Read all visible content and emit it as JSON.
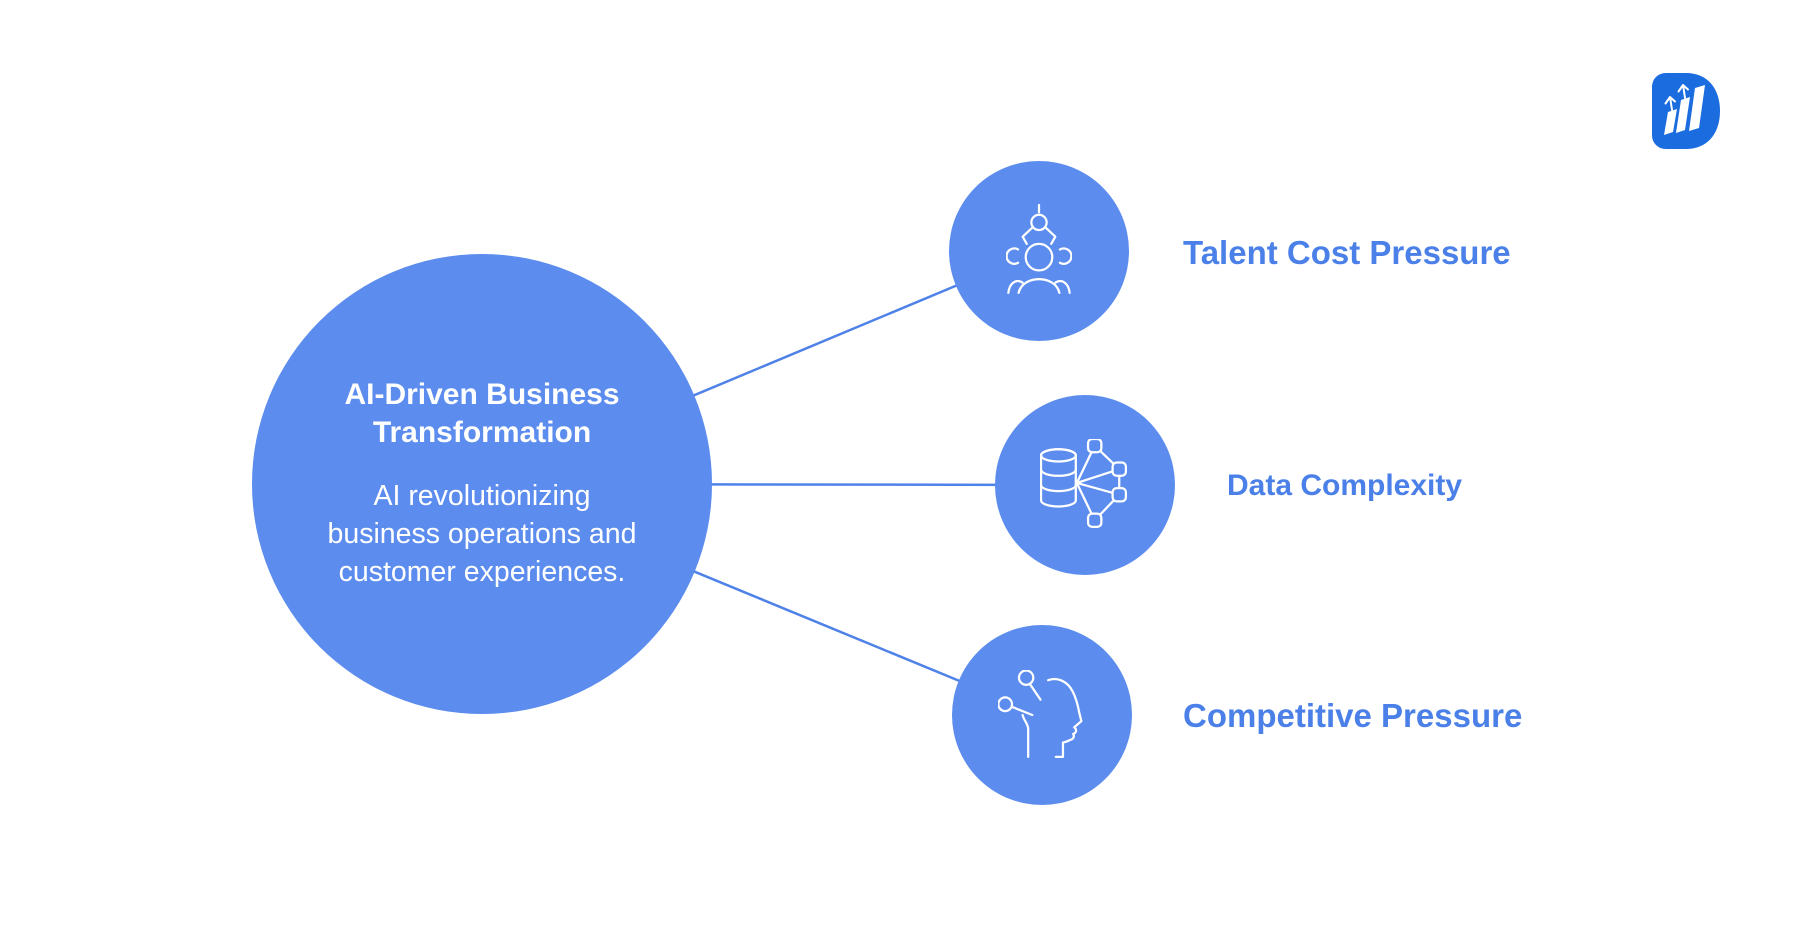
{
  "page": {
    "background": "#ffffff"
  },
  "logo": {
    "name": "growth-bars-d-logo",
    "shape_color": "#1b6cdf",
    "bar_color": "#ffffff"
  },
  "hub": {
    "title": "AI-Driven Business Transformation",
    "description": "AI revolutionizing business operations and customer experiences.",
    "fill": "#5b8cee",
    "text_color": "#ffffff"
  },
  "nodes": [
    {
      "label": "Talent Cost Pressure",
      "icon": "talent-claw-people-icon"
    },
    {
      "label": "Data Complexity",
      "icon": "database-network-icon"
    },
    {
      "label": "Competitive Pressure",
      "icon": "head-insight-icon"
    }
  ],
  "style": {
    "node_fill": "#5b8cee",
    "connector_color": "#4f82e8",
    "label_color": "#4a80e8"
  }
}
